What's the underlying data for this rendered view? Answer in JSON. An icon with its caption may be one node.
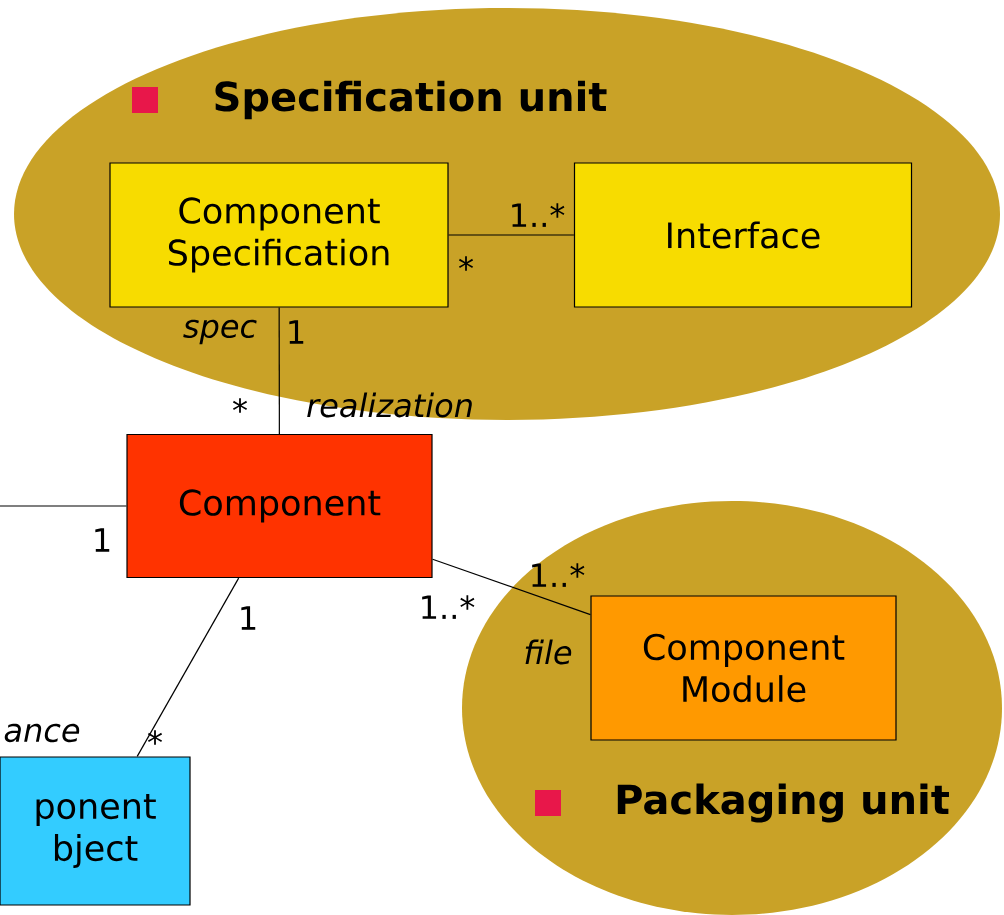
{
  "diagram": {
    "nodes": [
      {
        "text": [
          "Specification unit"
        ]
      },
      {
        "text": [
          "Component Specification"
        ],
        "in": 0
      },
      {
        "text": [
          "Interface"
        ],
        "in": 0
      },
      {
        "text": [
          "Component"
        ]
      },
      {
        "text": [
          "Packaging unit"
        ]
      },
      {
        "text": [
          "Component Module"
        ],
        "in": 4
      },
      {
        "text": [
          "ponent bject"
        ]
      }
    ],
    "edges": [
      {
        "from": 1,
        "to": 2,
        "arrow": "none"
      },
      {
        "from": 1,
        "to": 3,
        "arrow": "none"
      },
      {
        "from": 3,
        "to": 5,
        "arrow": "none"
      },
      {
        "from": 3,
        "to": 6,
        "arrow": "none"
      },
      {
        "from": null,
        "to": 3,
        "arrow": "none"
      }
    ],
    "labels": [
      "1..*",
      "*",
      "spec",
      "1",
      "*",
      "realization",
      "1",
      "1..*",
      "1..*",
      "1",
      "file",
      "ance",
      "*"
    ]
  }
}
